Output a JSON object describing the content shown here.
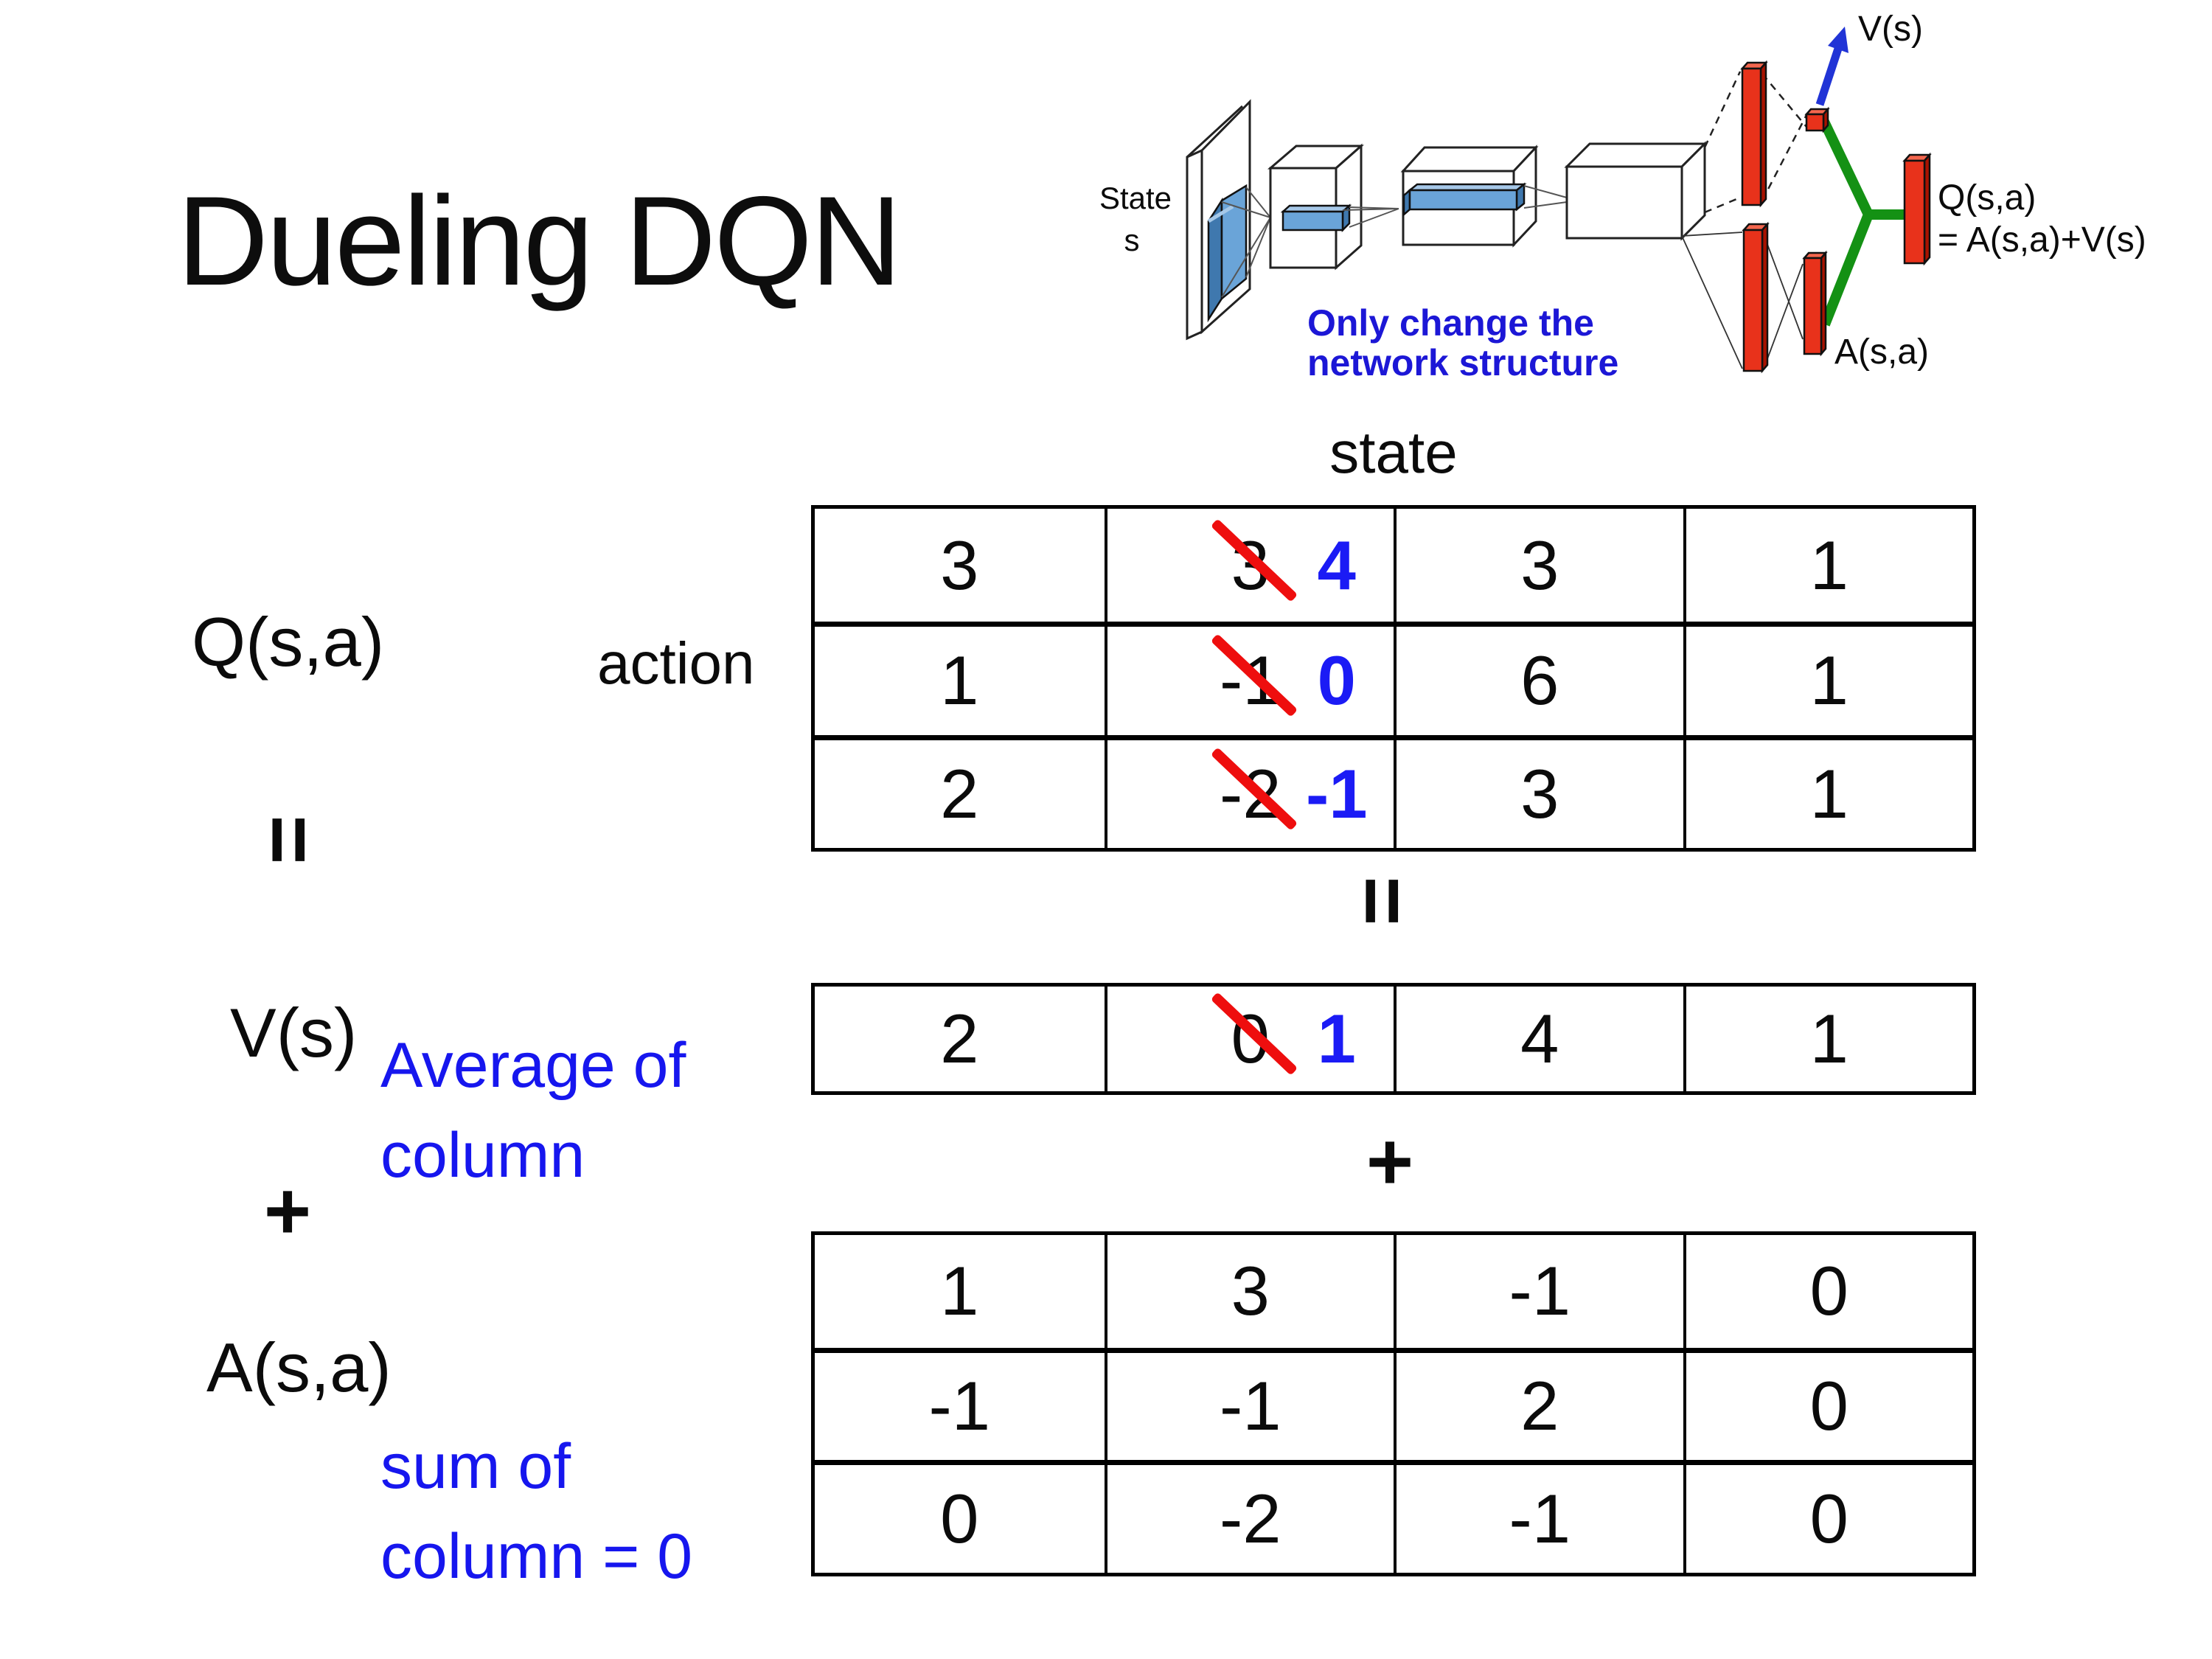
{
  "slide": {
    "title": "Dueling DQN"
  },
  "network_diagram": {
    "state_label_line1": "State",
    "state_label_line2": "s",
    "note_line1": "Only change the",
    "note_line2": "network structure",
    "value_output_label": "V(s)",
    "advantage_output_label": "A(s,a)",
    "q_output_label_line1": "Q(s,a)",
    "q_output_label_line2": "= A(s,a)+V(s)"
  },
  "labels": {
    "q": "Q(s,a)",
    "v": "V(s)",
    "a": "A(s,a)",
    "state": "state",
    "action": "action",
    "equals": "=",
    "plus": "+",
    "average_note_line1": "Average of",
    "average_note_line2": "column",
    "sum_note_line1": "sum of",
    "sum_note_line2": "column = 0"
  },
  "q_table": {
    "rows": [
      [
        {
          "value": "3"
        },
        {
          "old": "3",
          "new": "4"
        },
        {
          "value": "3"
        },
        {
          "value": "1"
        }
      ],
      [
        {
          "value": "1"
        },
        {
          "old": "-1",
          "new": "0"
        },
        {
          "value": "6"
        },
        {
          "value": "1"
        }
      ],
      [
        {
          "value": "2"
        },
        {
          "old": "-2",
          "new": "-1"
        },
        {
          "value": "3"
        },
        {
          "value": "1"
        }
      ]
    ]
  },
  "v_table": {
    "rows": [
      [
        {
          "value": "2"
        },
        {
          "old": "0",
          "new": "1"
        },
        {
          "value": "4"
        },
        {
          "value": "1"
        }
      ]
    ]
  },
  "a_table": {
    "rows": [
      [
        {
          "value": "1"
        },
        {
          "value": "3"
        },
        {
          "value": "-1"
        },
        {
          "value": "0"
        }
      ],
      [
        {
          "value": "-1"
        },
        {
          "value": "-1"
        },
        {
          "value": "2"
        },
        {
          "value": "0"
        }
      ],
      [
        {
          "value": "0"
        },
        {
          "value": "-2"
        },
        {
          "value": "-1"
        },
        {
          "value": "0"
        }
      ]
    ]
  },
  "colors": {
    "annotation_blue": "#1616ee",
    "replacement_blue": "#1b1bf5",
    "diagram_note_blue": "#1c17d6",
    "strike_red": "#ee0e0e",
    "bar_red": "#e8321b",
    "connector_green": "#149114",
    "arrow_blue": "#2134d6",
    "conv_blue": "#6aa4d8"
  }
}
